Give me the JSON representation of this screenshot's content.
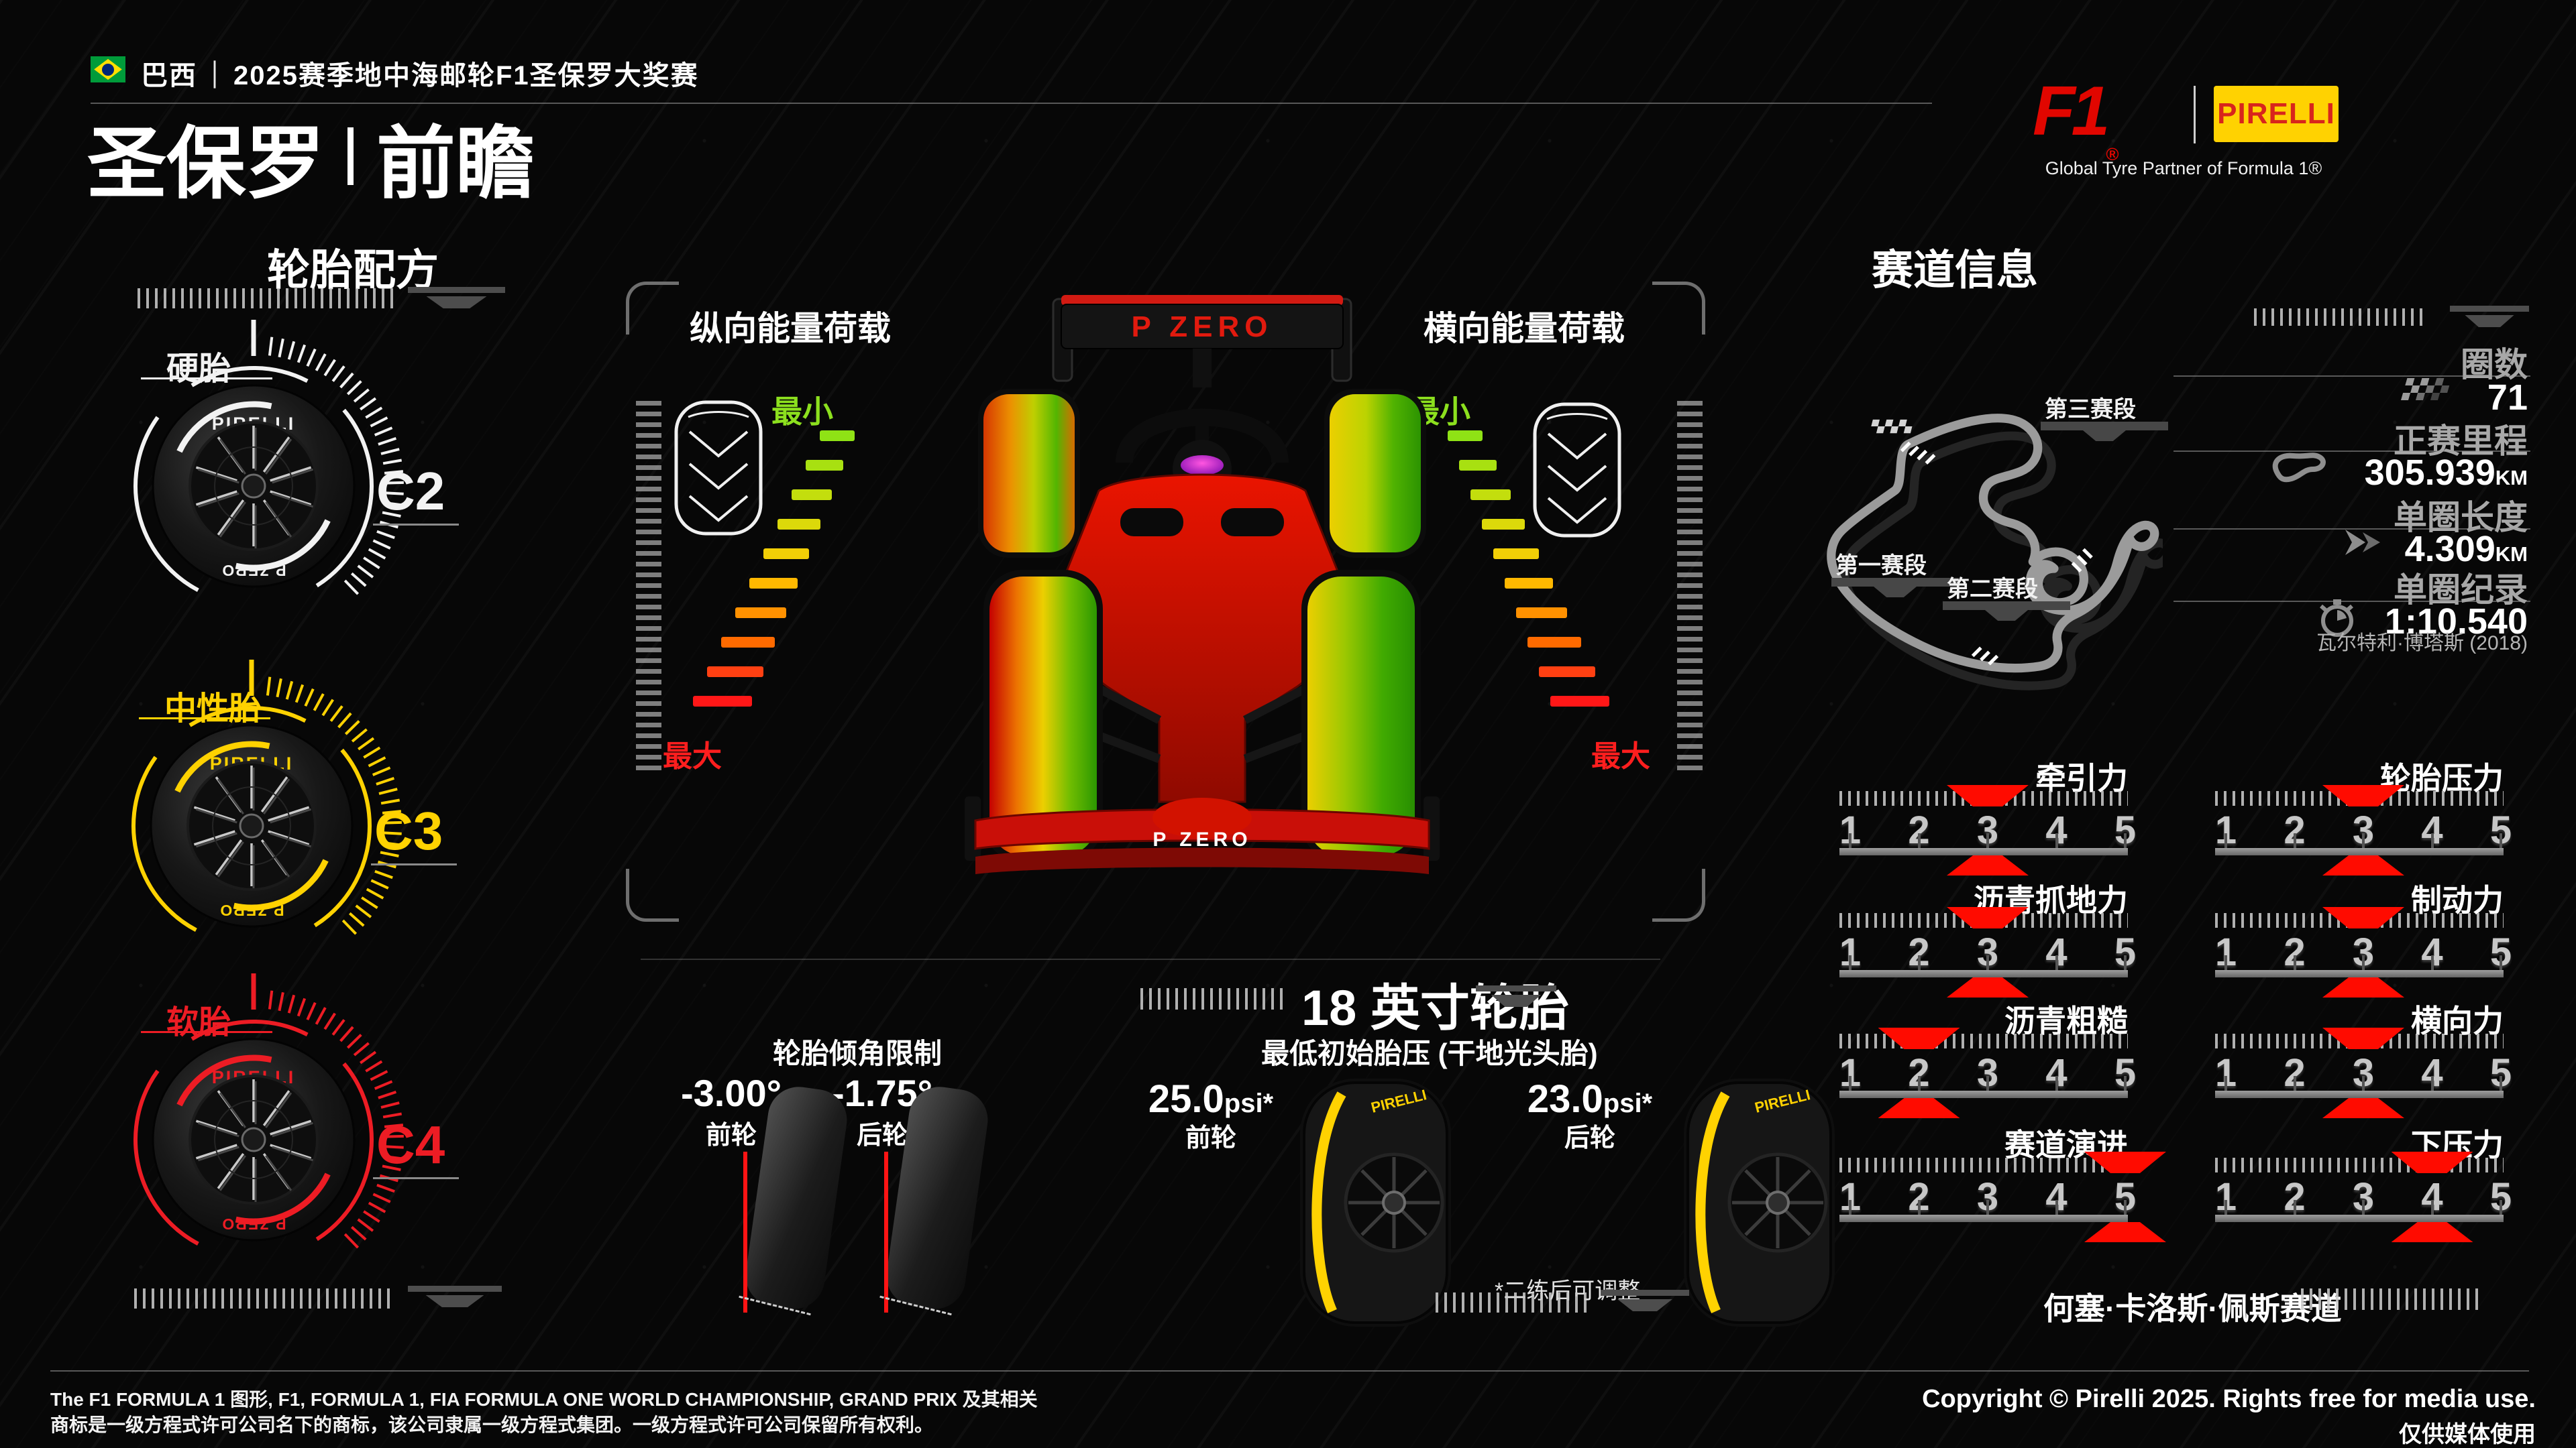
{
  "header": {
    "country": "巴西",
    "separator": "｜",
    "event_title": "2025赛季地中海邮轮F1圣保罗大奖赛",
    "page_title_main": "圣保罗",
    "page_title_sub": "前瞻",
    "f1_wordmark": "F1",
    "pirelli_wordmark": "PIRELLI",
    "partner_line": "Global Tyre Partner of Formula 1®"
  },
  "compounds_section": {
    "title": "轮胎配方",
    "brand": "PIRELLI",
    "sidewall": "P ZERO",
    "items": [
      {
        "name": "硬胎",
        "code": "C2",
        "color": "#f2f2f2"
      },
      {
        "name": "中性胎",
        "code": "C3",
        "color": "#ffd201"
      },
      {
        "name": "软胎",
        "code": "C4",
        "color": "#ed1c24"
      }
    ]
  },
  "energy_section": {
    "longitudinal_title": "纵向能量荷载",
    "lateral_title": "横向能量荷载",
    "min_label": "最小",
    "max_label": "最大",
    "min_color": "#8ce01e",
    "max_color": "#ff1e1e",
    "car_rear_wing_text": "P ZERO",
    "car_front_wing_text": "P ZERO"
  },
  "setup_section": {
    "camber_title": "轮胎倾角限制",
    "camber": [
      {
        "value": "-3.00°",
        "label": "前轮"
      },
      {
        "value": "-1.75°",
        "label": "后轮"
      }
    ],
    "rim_title": "18 英寸轮胎",
    "pressure_title": "最低初始胎压 (干地光头胎)",
    "pressures": [
      {
        "value": "25.0",
        "unit": "psi*",
        "label": "前轮"
      },
      {
        "value": "23.0",
        "unit": "psi*",
        "label": "后轮"
      }
    ],
    "footnote": "*二练后可调整"
  },
  "track_section": {
    "title": "赛道信息",
    "sectors": [
      {
        "label": "第一赛段"
      },
      {
        "label": "第二赛段"
      },
      {
        "label": "第三赛段"
      }
    ],
    "stats": [
      {
        "label": "圈数",
        "value": "71",
        "unit": "",
        "icon": "checkered-flag",
        "note": ""
      },
      {
        "label": "正赛里程",
        "value": "305.939",
        "unit": "KM",
        "icon": "circuit-outline",
        "note": ""
      },
      {
        "label": "单圈长度",
        "value": "4.309",
        "unit": "KM",
        "icon": "chevron-arrow",
        "note": ""
      },
      {
        "label": "单圈纪录",
        "value": "1:10.540",
        "unit": "",
        "icon": "stopwatch",
        "note": "瓦尔特利·博塔斯 (2018)"
      }
    ],
    "circuit_name": "何塞·卡洛斯·佩斯赛道"
  },
  "ratings_section": {
    "scale": [
      "1",
      "2",
      "3",
      "4",
      "5"
    ],
    "marker_color": "#ff0b00",
    "columns": [
      [
        {
          "label": "牵引力",
          "value": 3
        },
        {
          "label": "沥青抓地力",
          "value": 3
        },
        {
          "label": "沥青粗糙",
          "value": 2
        },
        {
          "label": "赛道演进",
          "value": 5
        }
      ],
      [
        {
          "label": "轮胎压力",
          "value": 3
        },
        {
          "label": "制动力",
          "value": 3
        },
        {
          "label": "横向力",
          "value": 3
        },
        {
          "label": "下压力",
          "value": 4
        }
      ]
    ]
  },
  "footer": {
    "legal_line1": "The F1 FORMULA 1 图形, F1, FORMULA 1, FIA FORMULA ONE WORLD CHAMPIONSHIP, GRAND PRIX 及其相关",
    "legal_line2": "商标是一级方程式许可公司名下的商标，该公司隶属一级方程式集团。一级方程式许可公司保留所有权利。",
    "copyright": "Copyright © Pirelli 2025. Rights free for media use.",
    "media_only": "仅供媒体使用"
  }
}
